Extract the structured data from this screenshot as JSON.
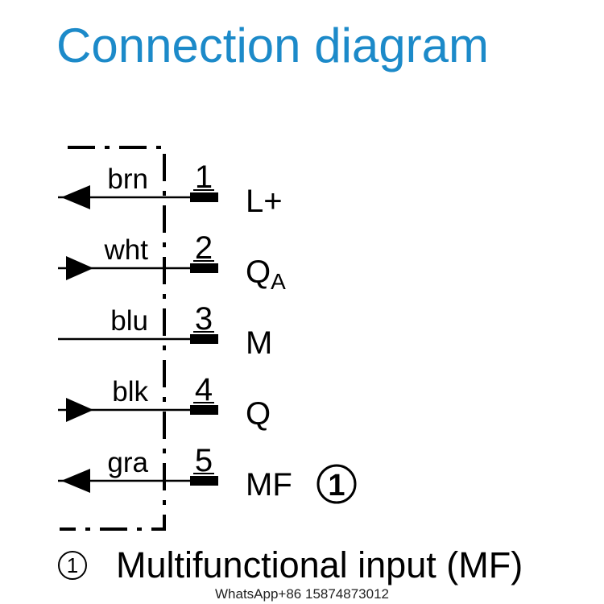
{
  "title": "Connection diagram",
  "pins": [
    {
      "number": "1",
      "wire_color": "brn",
      "signal": "L+",
      "signal_sub": "",
      "direction": "out",
      "marker": ""
    },
    {
      "number": "2",
      "wire_color": "wht",
      "signal": "Q",
      "signal_sub": "A",
      "direction": "in",
      "marker": ""
    },
    {
      "number": "3",
      "wire_color": "blu",
      "signal": "M",
      "signal_sub": "",
      "direction": "none",
      "marker": ""
    },
    {
      "number": "4",
      "wire_color": "blk",
      "signal": "Q",
      "signal_sub": "",
      "direction": "in",
      "marker": ""
    },
    {
      "number": "5",
      "wire_color": "gra",
      "signal": "MF",
      "signal_sub": "",
      "direction": "out",
      "marker": "1"
    }
  ],
  "footnote": {
    "marker": "1",
    "text": "Multifunctional input (MF)"
  },
  "watermark": "WhatsApp+86 15874873012",
  "colors": {
    "title": "#1c8ac9",
    "lines": "#000000"
  }
}
